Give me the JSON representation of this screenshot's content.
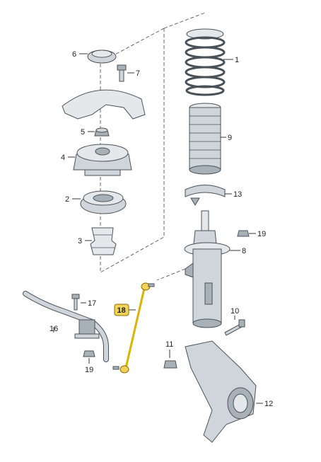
{
  "callouts": {
    "c1": "1",
    "c2": "2",
    "c3": "3",
    "c4": "4",
    "c5": "5",
    "c6": "6",
    "c7": "7",
    "c8": "8",
    "c9": "9",
    "c10": "10",
    "c11": "11",
    "c12": "12",
    "c13": "13",
    "c16": "16",
    "c17": "17",
    "c18": "18",
    "c19a": "19",
    "c19b": "19"
  },
  "highlight_color": "#f2d35a",
  "part_color": "#cfd5da"
}
